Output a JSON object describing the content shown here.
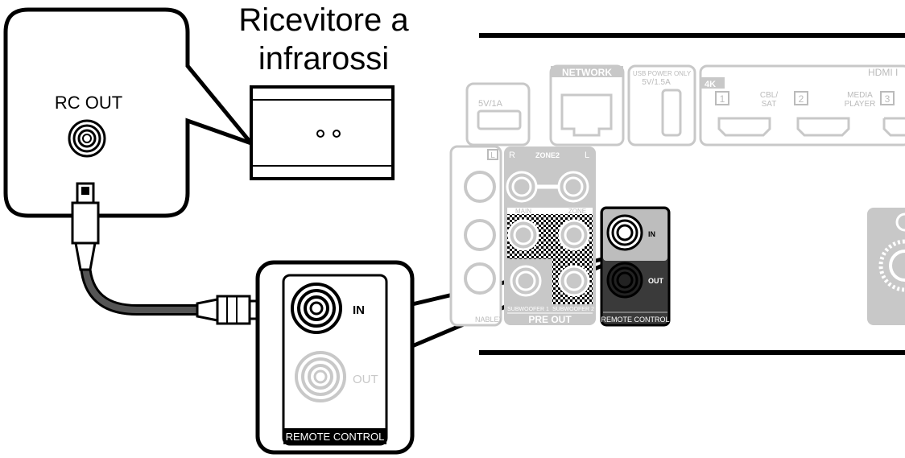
{
  "receiver_title": [
    "Ricevitore a",
    "infrarossi"
  ],
  "rc_out_label": "RC OUT",
  "inset": {
    "in_label": "IN",
    "out_label": "OUT",
    "panel_label": "REMOTE CONTROL"
  },
  "rear_panel": {
    "usb_left_label": "5V/1A",
    "network_label": "NETWORK",
    "usb_power_label": "USB POWER ONLY",
    "usb_power_rating": "5V/1.5A",
    "hdmi_label": "HDMI I",
    "hdmi_4k": "4K",
    "hdmi_1": "1",
    "hdmi_1_name": [
      "CBL/",
      "SAT"
    ],
    "hdmi_2": "2",
    "hdmi_2_name": [
      "MEDIA",
      "PLAYER"
    ],
    "hdmi_3": "3",
    "zone2_label": "ZONE2",
    "r_label": "R",
    "l_label": "L",
    "main_label": "MAIN",
    "zone_label": "ZONE",
    "sub1_label": "SUBWOOFER 1",
    "sub2_label": "SUBWOOFER 2",
    "pre_out_label": "PRE OUT",
    "assignable_fragment": "NABLE)",
    "rc_in_label": "IN",
    "rc_out_label": "OUT",
    "rc_panel_label": "REMOTE CONTROL"
  },
  "colors": {
    "line": "#000000",
    "faded": "#c8c8c8",
    "panel_grey": "#bdbdbd",
    "dark": "#3a3a3a"
  }
}
